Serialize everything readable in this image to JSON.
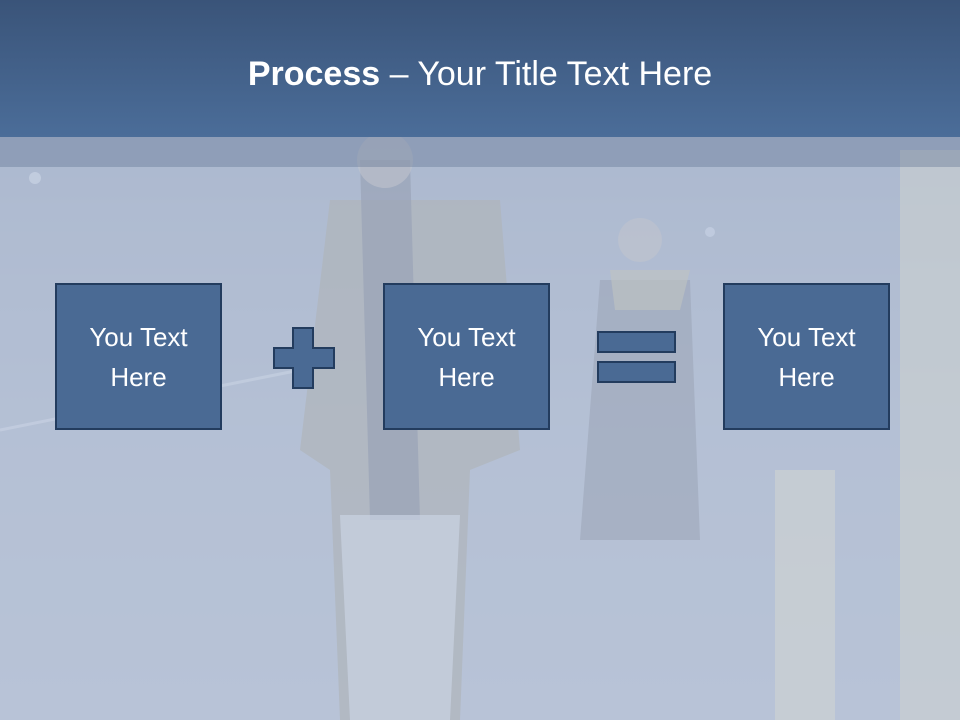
{
  "slide": {
    "title_bold": "Process",
    "title_rest": " – Your Title Text Here"
  },
  "process": {
    "boxes": [
      {
        "text": "You Text Here"
      },
      {
        "text": "You Text Here"
      },
      {
        "text": "You Text Here"
      }
    ],
    "operators": [
      "plus-icon",
      "equals-icon"
    ]
  },
  "colors": {
    "header": "#4b6d99",
    "box_fill": "#4a6a94",
    "box_border": "#233c5e",
    "text": "#ffffff"
  }
}
